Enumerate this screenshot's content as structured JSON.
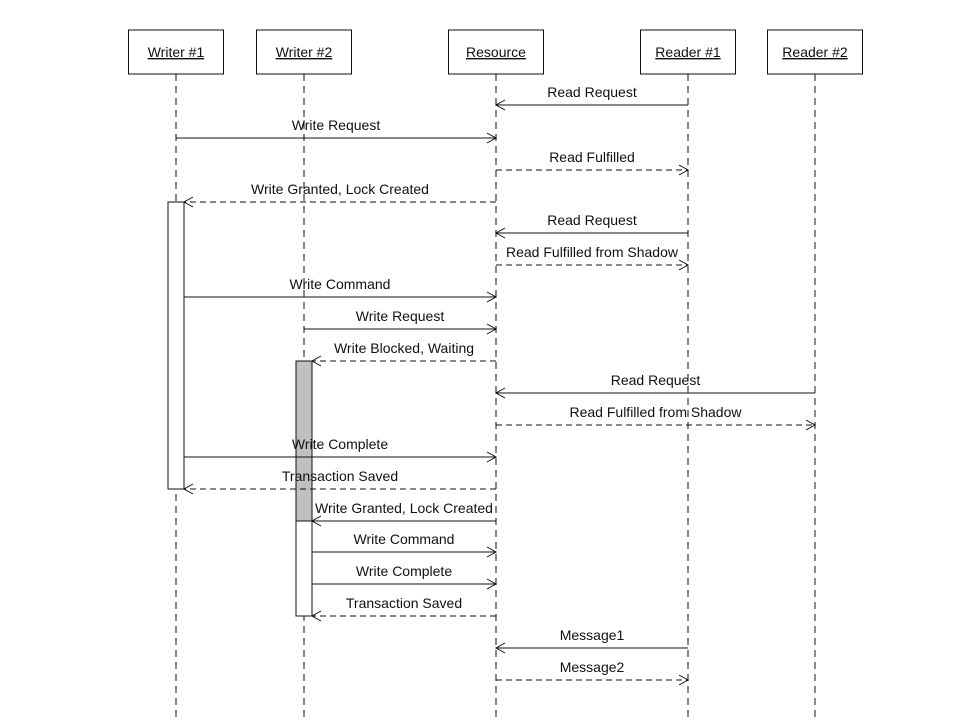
{
  "participants": [
    {
      "id": "w1",
      "name": "Writer #1"
    },
    {
      "id": "w2",
      "name": "Writer #2"
    },
    {
      "id": "res",
      "name": "Resource"
    },
    {
      "id": "r1",
      "name": "Reader #1"
    },
    {
      "id": "r2",
      "name": "Reader #2"
    }
  ],
  "messages": [
    {
      "from": "r1",
      "to": "res",
      "label": "Read Request",
      "style": "solid"
    },
    {
      "from": "w1",
      "to": "res",
      "label": "Write Request",
      "style": "solid"
    },
    {
      "from": "res",
      "to": "r1",
      "label": "Read Fulfilled",
      "style": "dashed"
    },
    {
      "from": "res",
      "to": "w1",
      "label": "Write Granted, Lock Created",
      "style": "dashed"
    },
    {
      "from": "r1",
      "to": "res",
      "label": "Read Request",
      "style": "solid"
    },
    {
      "from": "res",
      "to": "r1",
      "label": "Read Fulfilled from Shadow",
      "style": "dashed"
    },
    {
      "from": "w1",
      "to": "res",
      "label": "Write Command",
      "style": "solid"
    },
    {
      "from": "w2",
      "to": "res",
      "label": "Write Request",
      "style": "solid"
    },
    {
      "from": "res",
      "to": "w2",
      "label": "Write Blocked, Waiting",
      "style": "dashed"
    },
    {
      "from": "r2",
      "to": "res",
      "label": "Read Request",
      "style": "solid"
    },
    {
      "from": "res",
      "to": "r2",
      "label": "Read Fulfilled from Shadow",
      "style": "dashed"
    },
    {
      "from": "w1",
      "to": "res",
      "label": "Write Complete",
      "style": "solid"
    },
    {
      "from": "res",
      "to": "w1",
      "label": "Transaction Saved",
      "style": "dashed"
    },
    {
      "from": "res",
      "to": "w2",
      "label": "Write Granted, Lock Created",
      "style": "solid"
    },
    {
      "from": "w2",
      "to": "res",
      "label": "Write Command",
      "style": "solid"
    },
    {
      "from": "w2",
      "to": "res",
      "label": "Write Complete",
      "style": "solid"
    },
    {
      "from": "res",
      "to": "w2",
      "label": "Transaction Saved",
      "style": "dashed"
    },
    {
      "from": "r1",
      "to": "res",
      "label": "Message1",
      "style": "solid"
    },
    {
      "from": "res",
      "to": "r1",
      "label": "Message2",
      "style": "dashed"
    }
  ],
  "activations": [
    {
      "participant": "w1",
      "state": "active",
      "from_message": 3,
      "to_message": 12
    },
    {
      "participant": "w2",
      "state": "waiting",
      "from_message": 8,
      "to_message": 13
    },
    {
      "participant": "w2",
      "state": "active",
      "from_message": 13,
      "to_message": 16
    }
  ],
  "colors": {
    "line": "#111111",
    "box_fill": "#ffffff",
    "waiting_fill": "#c0c0c0",
    "active_fill": "#ffffff",
    "label_text": "#111111"
  }
}
